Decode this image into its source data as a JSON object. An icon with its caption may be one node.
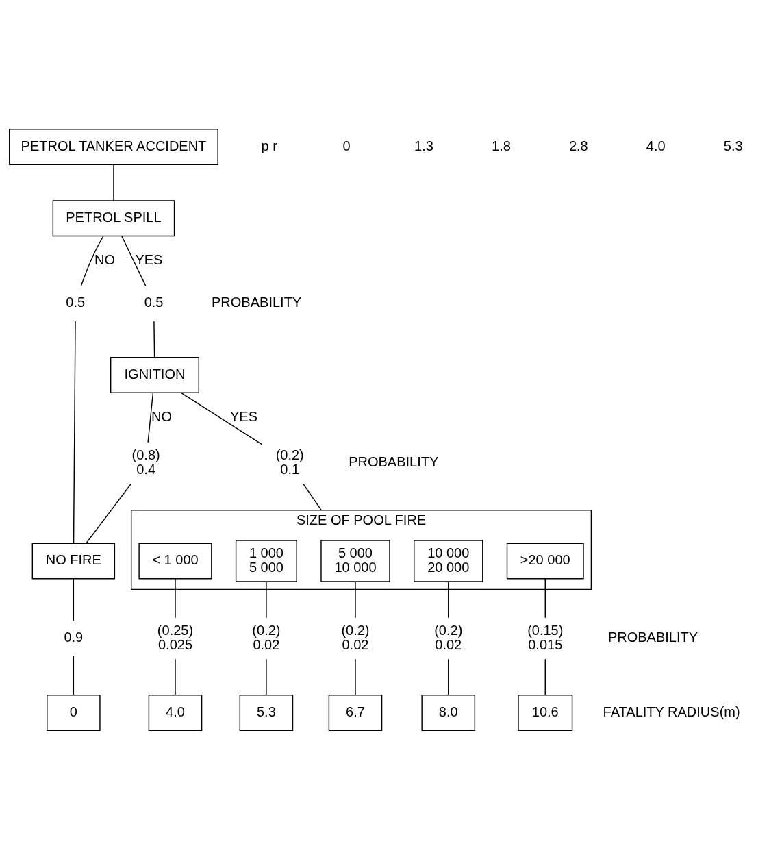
{
  "diagram": {
    "nodes": [
      {
        "text": [
          "PETROL TANKER ACCIDENT"
        ]
      },
      {
        "text": [
          "PETROL SPILL"
        ]
      },
      {
        "text": [
          "0.5"
        ]
      },
      {
        "text": [
          "0.5"
        ]
      },
      {
        "text": [
          "IGNITION"
        ]
      },
      {
        "text": [
          "(0.8)",
          "0.4"
        ]
      },
      {
        "text": [
          "(0.2)",
          "0.1"
        ]
      },
      {
        "text": [
          "NO FIRE"
        ]
      },
      {
        "text": [
          "SIZE OF POOL FIRE"
        ]
      },
      {
        "text": [
          "< 1 000"
        ],
        "in": 8
      },
      {
        "text": [
          "1 000",
          "5 000"
        ],
        "in": 8
      },
      {
        "text": [
          "5 000",
          "10 000"
        ],
        "in": 8
      },
      {
        "text": [
          "10 000",
          "20 000"
        ],
        "in": 8
      },
      {
        "text": [
          ">20 000"
        ],
        "in": 8
      },
      {
        "text": [
          "0.9"
        ]
      },
      {
        "text": [
          "(0.25)",
          "0.025"
        ]
      },
      {
        "text": [
          "(0.2)",
          "0.02"
        ]
      },
      {
        "text": [
          "(0.2)",
          "0.02"
        ]
      },
      {
        "text": [
          "(0.2)",
          "0.02"
        ]
      },
      {
        "text": [
          "(0.15)",
          "0.015"
        ]
      },
      {
        "text": [
          "0"
        ]
      },
      {
        "text": [
          "4.0"
        ]
      },
      {
        "text": [
          "5.3"
        ]
      },
      {
        "text": [
          "6.7"
        ]
      },
      {
        "text": [
          "8.0"
        ]
      },
      {
        "text": [
          "10.6"
        ]
      }
    ],
    "edges": [
      {
        "from": 0,
        "to": 1,
        "arrow": "none"
      },
      {
        "from": 1,
        "to": 2,
        "arrow": "none",
        "label": "NO"
      },
      {
        "from": 1,
        "to": 3,
        "arrow": "none",
        "label": "YES"
      },
      {
        "from": 2,
        "to": 7,
        "arrow": "none"
      },
      {
        "from": 3,
        "to": 4,
        "arrow": "none"
      },
      {
        "from": 4,
        "to": 5,
        "arrow": "none",
        "label": "NO"
      },
      {
        "from": 4,
        "to": 6,
        "arrow": "none",
        "label": "YES"
      },
      {
        "from": 5,
        "to": 7,
        "arrow": "none"
      },
      {
        "from": 6,
        "to": 8,
        "arrow": "none"
      },
      {
        "from": 7,
        "to": 14,
        "arrow": "none"
      },
      {
        "from": 9,
        "to": 15,
        "arrow": "none"
      },
      {
        "from": 10,
        "to": 16,
        "arrow": "none"
      },
      {
        "from": 11,
        "to": 17,
        "arrow": "none"
      },
      {
        "from": 12,
        "to": 18,
        "arrow": "none"
      },
      {
        "from": 13,
        "to": 19,
        "arrow": "none"
      },
      {
        "from": 14,
        "to": 20,
        "arrow": "none"
      },
      {
        "from": 15,
        "to": 21,
        "arrow": "none"
      },
      {
        "from": 16,
        "to": 22,
        "arrow": "none"
      },
      {
        "from": 17,
        "to": 23,
        "arrow": "none"
      },
      {
        "from": 18,
        "to": 24,
        "arrow": "none"
      },
      {
        "from": 19,
        "to": 25,
        "arrow": "none"
      }
    ],
    "labels": [
      "PROBABILITY",
      "PROBABILITY",
      "PROBABILITY",
      "FATALITY RADIUS(m)",
      "p r",
      "0",
      "1.3",
      "1.8",
      "2.8",
      "4.0",
      "5.3"
    ]
  }
}
